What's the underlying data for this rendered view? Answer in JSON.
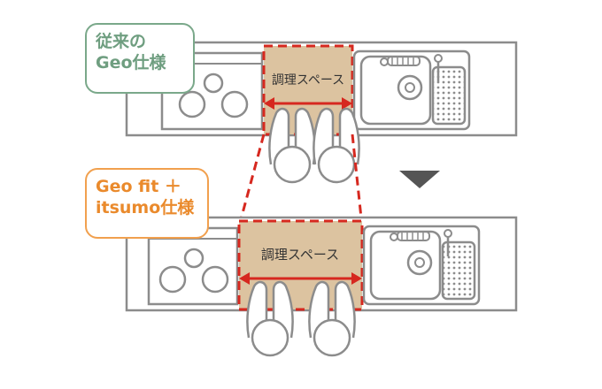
{
  "labels": {
    "conventional": {
      "line1": "従来の",
      "line2": "Geo仕様"
    },
    "new": {
      "line1": "Geo fit ＋",
      "line2": "itsumo仕様"
    }
  },
  "space_labels": {
    "top": "調理スペース",
    "bottom": "調理スペース"
  },
  "colors": {
    "counter_outline": "#8c8c8c",
    "space_fill": "#dcc3a0",
    "space_dash": "#d6281f",
    "arrow": "#d6281f",
    "person_outline": "#8c8c8c",
    "down_arrow": "#555555",
    "green_label": "#6f9e80",
    "orange_label": "#ea8a2c"
  },
  "icons": [
    "stove-icon",
    "sink-icon",
    "person-icon",
    "down-arrow-icon",
    "double-arrow-icon"
  ]
}
